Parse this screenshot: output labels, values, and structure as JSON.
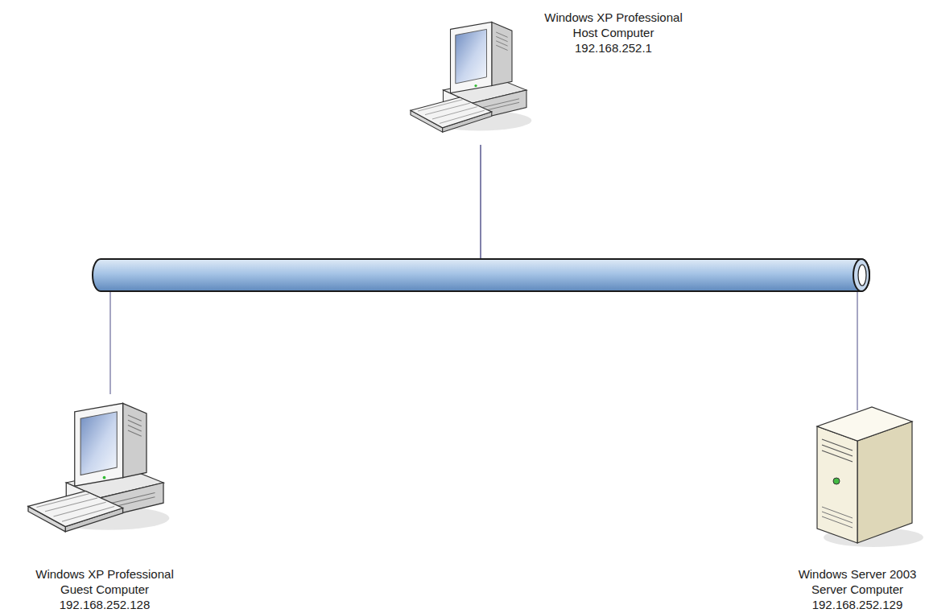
{
  "diagram": {
    "nodes": [
      {
        "text": [
          "Windows XP Professional Host Computer 192.168.252.1"
        ]
      },
      {
        "text": [
          "Windows XP Professional Guest Computer 192.168.252.128"
        ]
      },
      {
        "text": [
          "Windows Server 2003 Server Computer 192.168.252.129"
        ]
      }
    ],
    "edges": [
      {
        "from": 0,
        "to": 1,
        "arrow": "none"
      },
      {
        "from": 0,
        "to": 2,
        "arrow": "none"
      }
    ]
  }
}
